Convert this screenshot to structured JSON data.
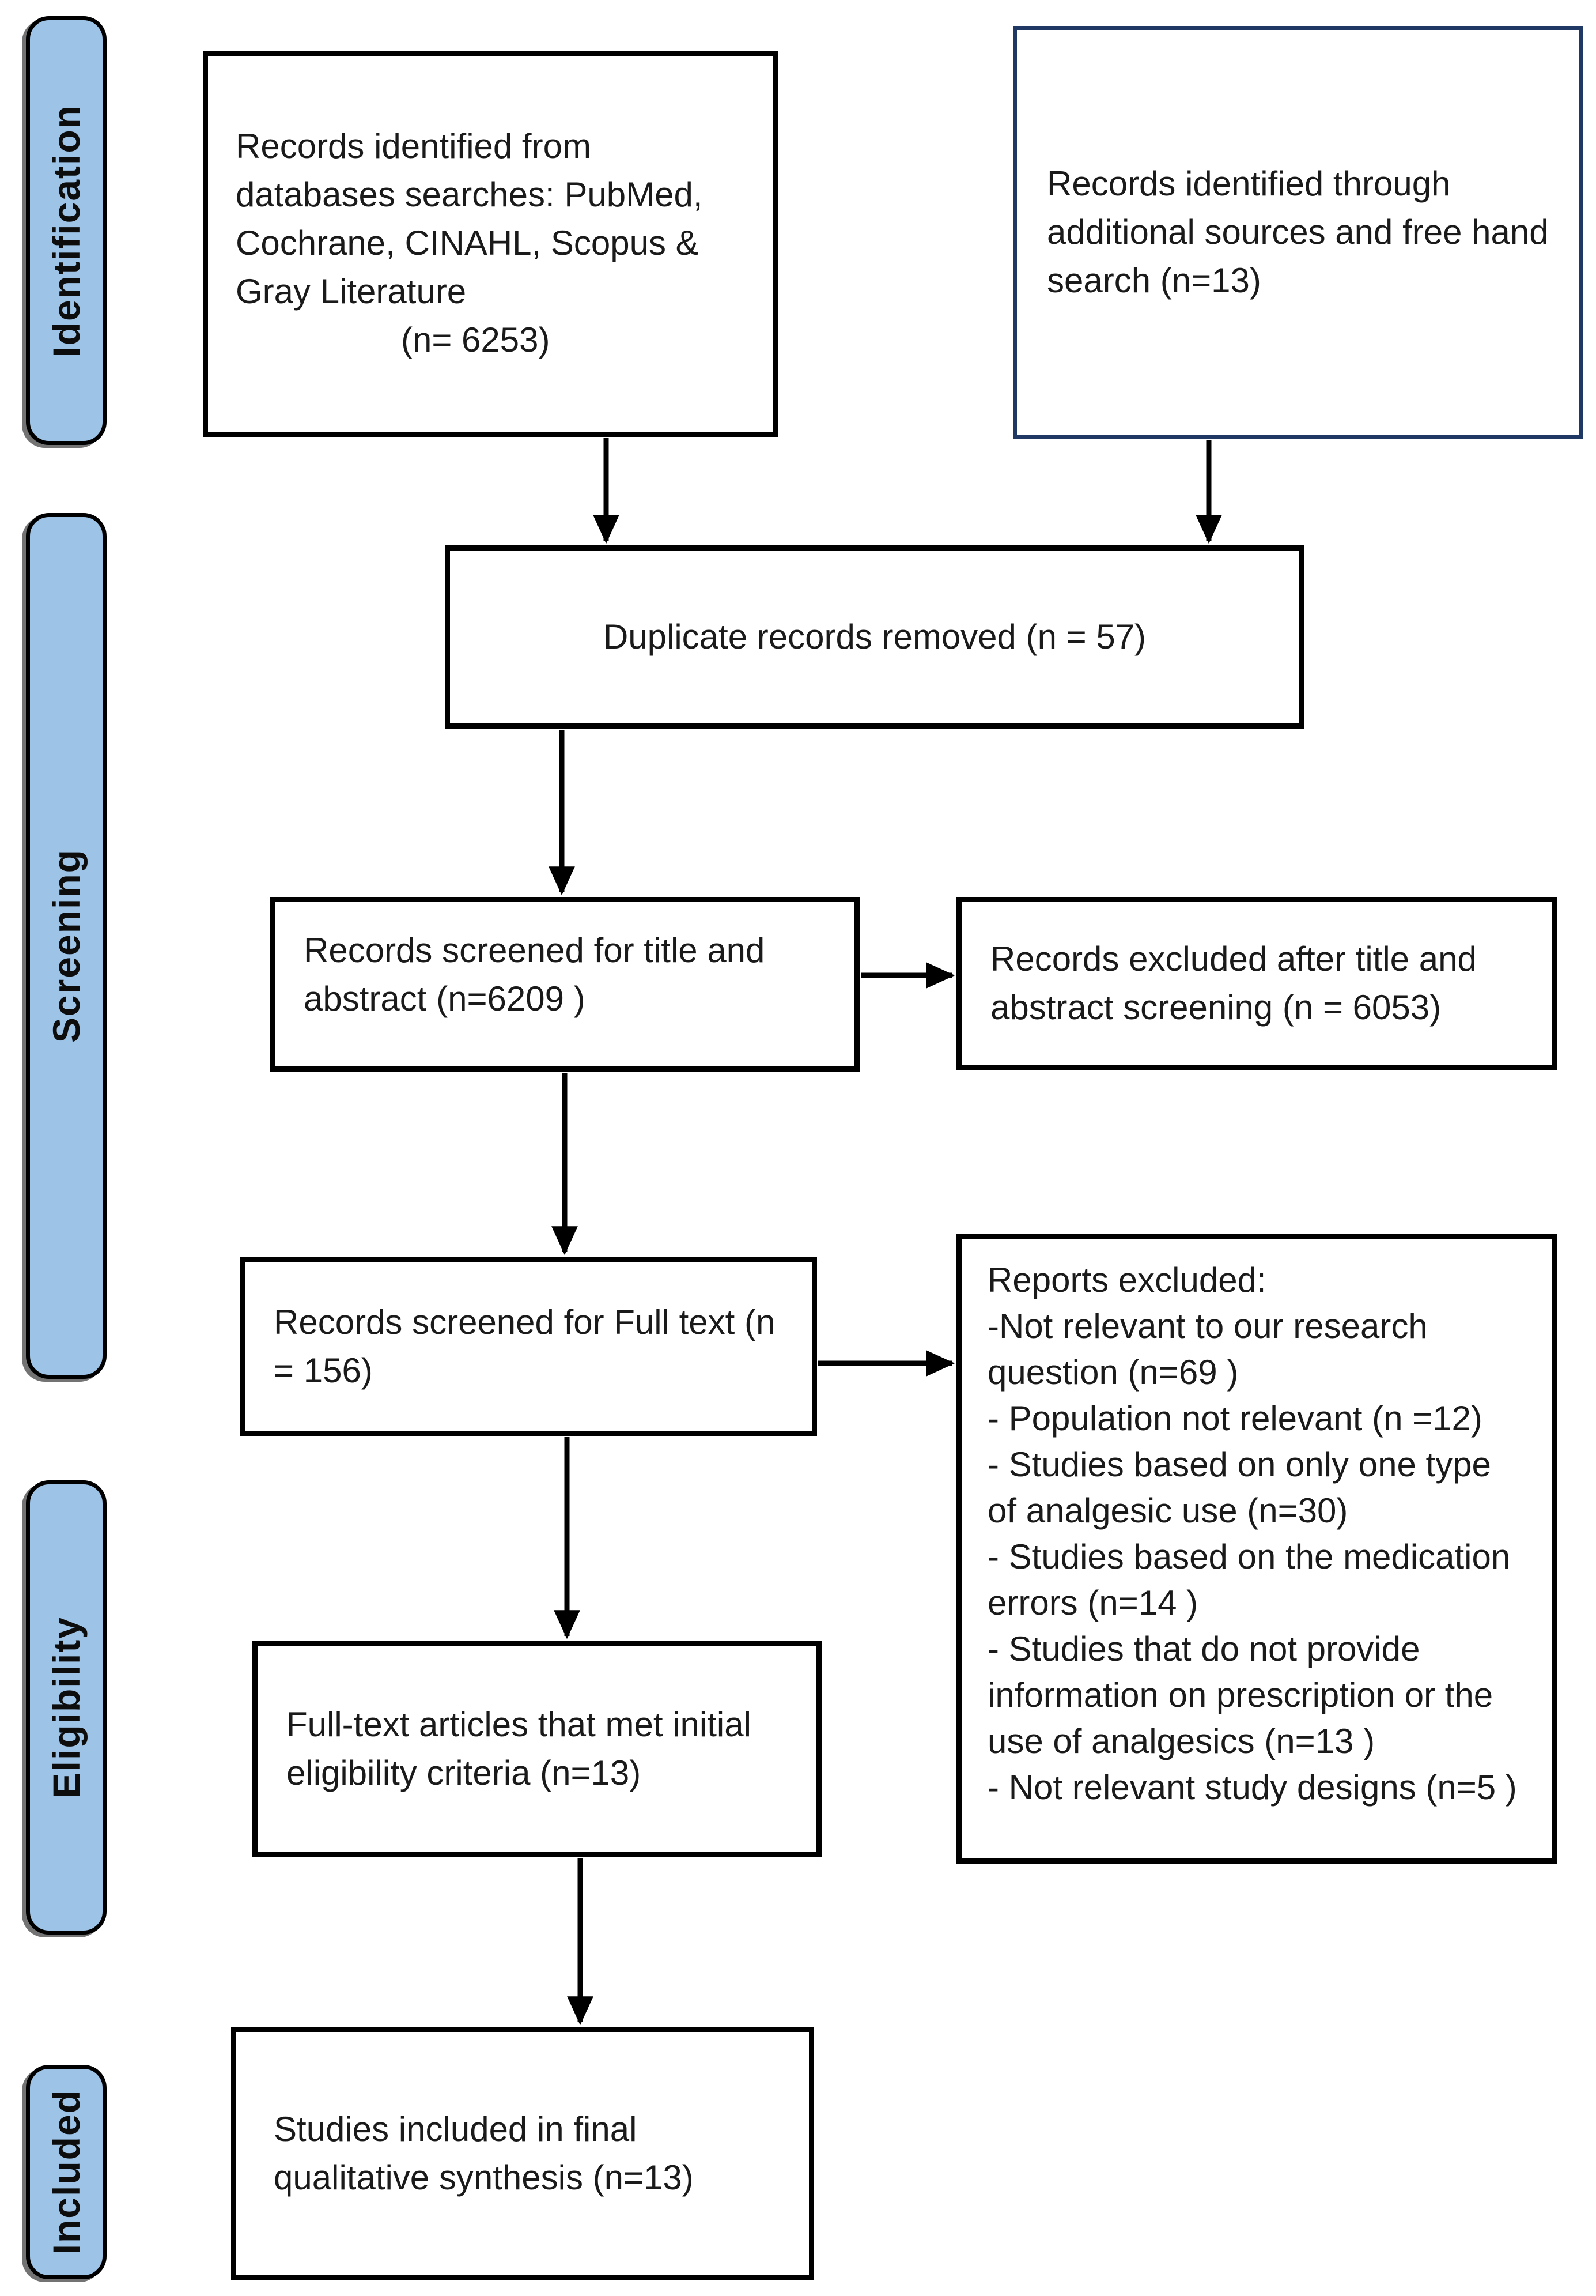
{
  "stages": [
    {
      "label": "Identification"
    },
    {
      "label": "Screening"
    },
    {
      "label": "Eligibility"
    },
    {
      "label": "Included"
    }
  ],
  "boxes": {
    "identified_databases": {
      "text": "Records identified from databases searches: PubMed, Cochrane, CINAHL, Scopus & Gray Literature",
      "count": "(n= 6253)"
    },
    "identified_additional": {
      "text": "Records identified through additional sources and free hand search (n=13)"
    },
    "duplicates_removed": {
      "text": "Duplicate records removed (n = 57)"
    },
    "screened_title_abstract": {
      "text": "Records screened for title and abstract (n=6209 )"
    },
    "excluded_title_abstract": {
      "text": "Records excluded after title and abstract screening (n = 6053)"
    },
    "screened_full_text": {
      "text": "Records screened for Full text (n = 156)"
    },
    "reports_excluded": {
      "title": "Reports excluded:",
      "items": [
        "-Not relevant to our research question (n=69 )",
        "- Population not relevant (n =12)",
        "- Studies based on only one type of analgesic use (n=30)",
        "- Studies based on the medication errors (n=14 )",
        "- Studies that do not provide information on prescription or the use of analgesics (n=13 )",
        "- Not relevant study designs (n=5 )"
      ]
    },
    "full_text_eligible": {
      "text": "Full-text articles that met initial eligibility criteria (n=13)"
    },
    "included_final": {
      "text": "Studies included in final qualitative synthesis (n=13)"
    }
  },
  "colors": {
    "stage_fill": "#9DC3E6",
    "stage_border": "#000000",
    "box_border": "#000000",
    "additional_source_box_border": "#1F3864",
    "arrow": "#000000",
    "text": "#1A1A1A",
    "background": "#FFFFFF"
  }
}
